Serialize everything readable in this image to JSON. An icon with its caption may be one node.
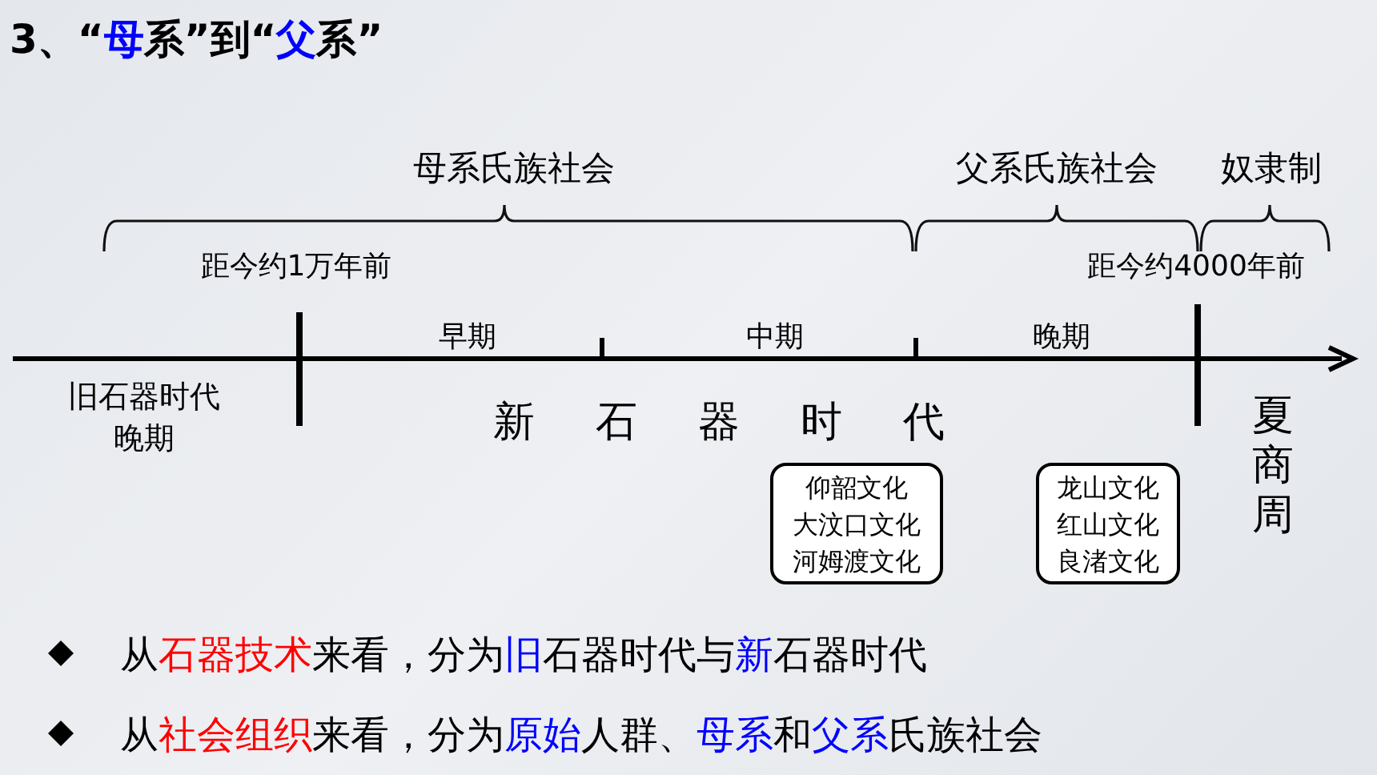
{
  "diagram": {
    "title": "3、“母系”到“父系”",
    "nodes": [
      {
        "text": [
          "仰韶文化",
          "大汶口文化",
          "河姆渡文化"
        ]
      },
      {
        "text": [
          "龙山文化",
          "红山文化",
          "良渚文化"
        ]
      }
    ],
    "edges": [],
    "labels": [
      "母系氏族社会",
      "父系氏族社会",
      "奴隶制",
      "距今约1万年前",
      "距今约4000年前",
      "早期",
      "中期",
      "晚期",
      "旧石器时代晚期",
      "新石器时代",
      "夏商周",
      "从石器技术来看，分为旧石器时代与新石器时代",
      "从社会组织来看，分为原始人群、母系和父系氏族社会"
    ]
  }
}
